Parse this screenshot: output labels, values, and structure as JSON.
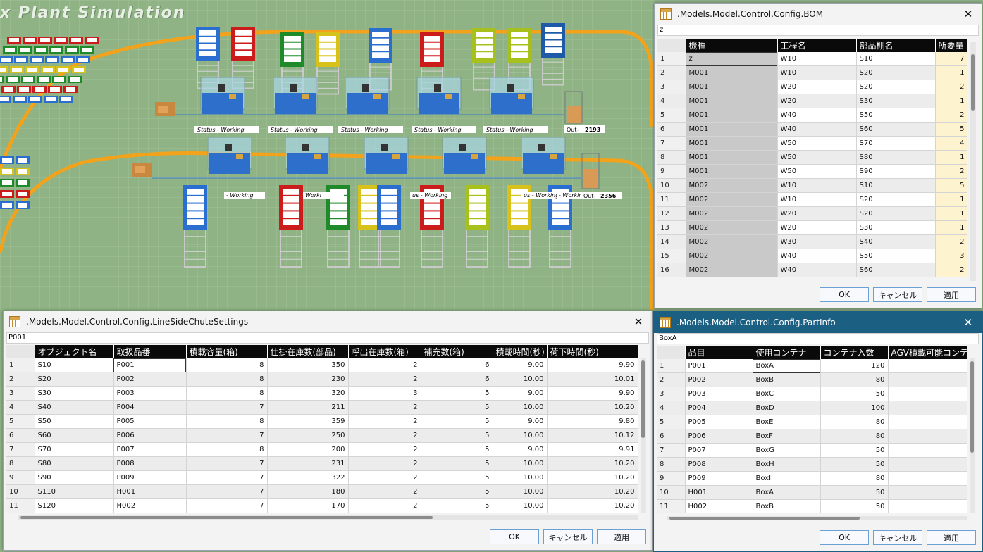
{
  "simulation": {
    "title": "x Plant Simulation",
    "labels": {
      "status1": [
        "Status - Working",
        "Status - Working",
        "Status - Working",
        "Status - Working",
        "Status - Working"
      ],
      "out1": "Out-",
      "out1_value": "2193",
      "out2": "Out-",
      "out2_value": "2356",
      "status2": [
        "- Working",
        "Worki",
        "",
        "us - Working",
        "",
        "us - Working",
        "- Working"
      ]
    }
  },
  "bom": {
    "title": ".Models.Model.Control.Config.BOM",
    "cell_value": "z",
    "columns": [
      "機種",
      "工程名",
      "部品棚名",
      "所要量"
    ],
    "rows": [
      [
        "1",
        "z",
        "W10",
        "S10",
        "7"
      ],
      [
        "2",
        "M001",
        "W10",
        "S20",
        "1"
      ],
      [
        "3",
        "M001",
        "W20",
        "S20",
        "2"
      ],
      [
        "4",
        "M001",
        "W20",
        "S30",
        "1"
      ],
      [
        "5",
        "M001",
        "W40",
        "S50",
        "2"
      ],
      [
        "6",
        "M001",
        "W40",
        "S60",
        "5"
      ],
      [
        "7",
        "M001",
        "W50",
        "S70",
        "4"
      ],
      [
        "8",
        "M001",
        "W50",
        "S80",
        "1"
      ],
      [
        "9",
        "M001",
        "W50",
        "S90",
        "2"
      ],
      [
        "10",
        "M002",
        "W10",
        "S10",
        "5"
      ],
      [
        "11",
        "M002",
        "W10",
        "S20",
        "1"
      ],
      [
        "12",
        "M002",
        "W20",
        "S20",
        "1"
      ],
      [
        "13",
        "M002",
        "W20",
        "S30",
        "1"
      ],
      [
        "14",
        "M002",
        "W30",
        "S40",
        "2"
      ],
      [
        "15",
        "M002",
        "W40",
        "S50",
        "3"
      ],
      [
        "16",
        "M002",
        "W40",
        "S60",
        "2"
      ]
    ],
    "buttons": {
      "ok": "OK",
      "cancel": "キャンセル",
      "apply": "適用"
    }
  },
  "lineside": {
    "title": ".Models.Model.Control.Config.LineSideChuteSettings",
    "cell_value": "P001",
    "columns": [
      "オブジェクト名",
      "取扱品番",
      "積載容量(箱)",
      "仕掛在庫数(部品)",
      "呼出在庫数(箱)",
      "補充数(箱)",
      "積載時間(秒)",
      "荷下時間(秒)"
    ],
    "rows": [
      [
        "1",
        "S10",
        "P001",
        "8",
        "350",
        "2",
        "6",
        "9.00",
        "9.90"
      ],
      [
        "2",
        "S20",
        "P002",
        "8",
        "230",
        "2",
        "6",
        "10.00",
        "10.01"
      ],
      [
        "3",
        "S30",
        "P003",
        "8",
        "320",
        "3",
        "5",
        "9.00",
        "9.90"
      ],
      [
        "4",
        "S40",
        "P004",
        "7",
        "211",
        "2",
        "5",
        "10.00",
        "10.20"
      ],
      [
        "5",
        "S50",
        "P005",
        "8",
        "359",
        "2",
        "5",
        "9.00",
        "9.80"
      ],
      [
        "6",
        "S60",
        "P006",
        "7",
        "250",
        "2",
        "5",
        "10.00",
        "10.12"
      ],
      [
        "7",
        "S70",
        "P007",
        "8",
        "200",
        "2",
        "5",
        "9.00",
        "9.91"
      ],
      [
        "8",
        "S80",
        "P008",
        "7",
        "231",
        "2",
        "5",
        "10.00",
        "10.20"
      ],
      [
        "9",
        "S90",
        "P009",
        "7",
        "322",
        "2",
        "5",
        "10.00",
        "10.20"
      ],
      [
        "10",
        "S110",
        "H001",
        "7",
        "180",
        "2",
        "5",
        "10.00",
        "10.20"
      ],
      [
        "11",
        "S120",
        "H002",
        "7",
        "170",
        "2",
        "5",
        "10.00",
        "10.20"
      ]
    ],
    "buttons": {
      "ok": "OK",
      "cancel": "キャンセル",
      "apply": "適用"
    }
  },
  "partinfo": {
    "title": ".Models.Model.Control.Config.PartInfo",
    "cell_value": "BoxA",
    "columns": [
      "品目",
      "使用コンテナ",
      "コンテナ入数",
      "AGV積載可能コンテナ"
    ],
    "rows": [
      [
        "1",
        "P001",
        "BoxA",
        "120",
        ""
      ],
      [
        "2",
        "P002",
        "BoxB",
        "80",
        ""
      ],
      [
        "3",
        "P003",
        "BoxC",
        "50",
        ""
      ],
      [
        "4",
        "P004",
        "BoxD",
        "100",
        ""
      ],
      [
        "5",
        "P005",
        "BoxE",
        "80",
        ""
      ],
      [
        "6",
        "P006",
        "BoxF",
        "80",
        ""
      ],
      [
        "7",
        "P007",
        "BoxG",
        "50",
        ""
      ],
      [
        "8",
        "P008",
        "BoxH",
        "50",
        ""
      ],
      [
        "9",
        "P009",
        "BoxI",
        "80",
        ""
      ],
      [
        "10",
        "H001",
        "BoxA",
        "50",
        ""
      ],
      [
        "11",
        "H002",
        "BoxB",
        "50",
        ""
      ]
    ],
    "buttons": {
      "ok": "OK",
      "cancel": "キャンセル",
      "apply": "適用"
    }
  },
  "colors": {
    "accent": "#1b5f82",
    "header": "#0a0a0a",
    "conveyor": "#f2a31b"
  }
}
